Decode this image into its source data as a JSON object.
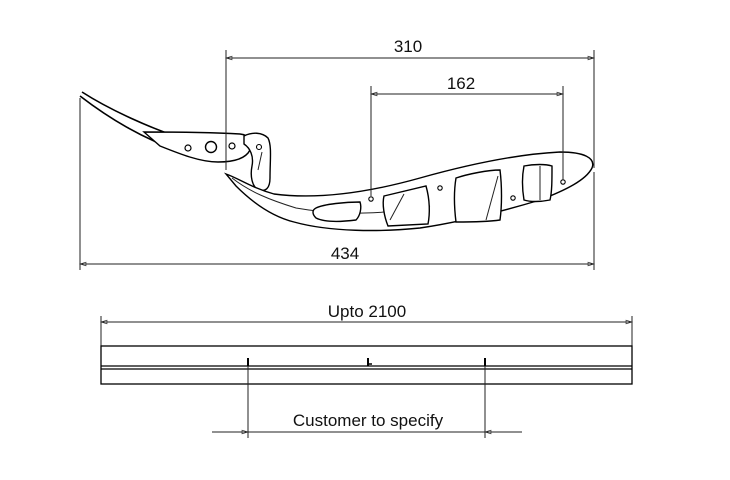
{
  "dimensions": {
    "overall_span": "310",
    "inner_span": "162",
    "total_length": "434",
    "bar_length": "Upto 2100",
    "bracket_spacing": "Customer to specify"
  },
  "colors": {
    "line": "#222222",
    "background": "#ffffff"
  }
}
